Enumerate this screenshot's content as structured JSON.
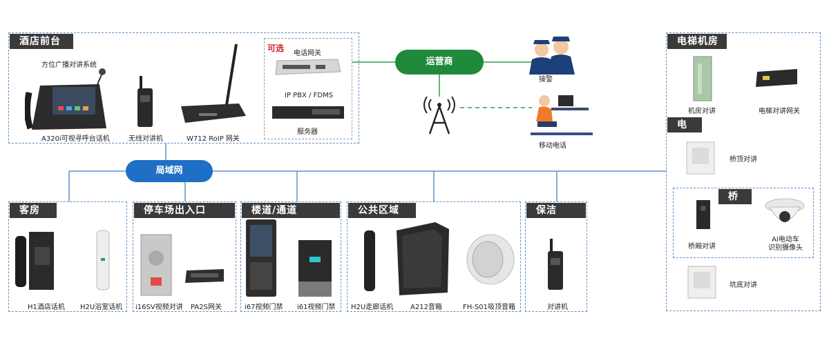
{
  "colors": {
    "lan_line": "#5b8fc9",
    "carrier_line": "#2e9d4b",
    "lan_pill": "#1e6fc5",
    "carrier_pill": "#1f8a3c",
    "header_bg": "#3a3a3a",
    "optional_text": "#d42020"
  },
  "front_desk": {
    "title": "酒店前台",
    "broadcast_system": "方位广播对讲系统",
    "devices": {
      "phone": "A320i可视寻呼台话机",
      "radio": "无线对讲机",
      "gateway": "W712 RoIP 网关"
    }
  },
  "optional_box": {
    "tag": "可选",
    "phone_gateway": "电话网关",
    "pbx": "IP PBX / FDMS",
    "server": "服务器"
  },
  "carrier": {
    "label": "运营商",
    "police": "接警",
    "mobile": "移动电话"
  },
  "lan": {
    "label": "局域网"
  },
  "guest_room": {
    "title": "客房",
    "devices": [
      "H1酒店话机",
      "H2U浴室话机"
    ]
  },
  "parking": {
    "title": "停车场出入口",
    "devices": [
      "i16SV视频对讲",
      "PA2S网关"
    ]
  },
  "corridor": {
    "title": "楼道/通道",
    "devices": [
      "i67视频门禁",
      "i61视频门禁"
    ]
  },
  "public_area": {
    "title": "公共区域",
    "devices": [
      "H2U走廊话机",
      "A212音箱",
      "FH-S01吸顶音箱"
    ]
  },
  "cleaning": {
    "title": "保洁",
    "devices": [
      "对讲机"
    ]
  },
  "elevator_room": {
    "title": "电梯机房",
    "devices": [
      "机房对讲",
      "电梯对讲网关"
    ]
  },
  "elevator": {
    "title": "电梯",
    "roof_intercom": "桥顶对讲",
    "pit_intercom": "坑底对讲"
  },
  "car": {
    "title": "桥厢",
    "car_intercom": "桥厢对讲",
    "camera": "AI电动车\n识别摄像头"
  }
}
